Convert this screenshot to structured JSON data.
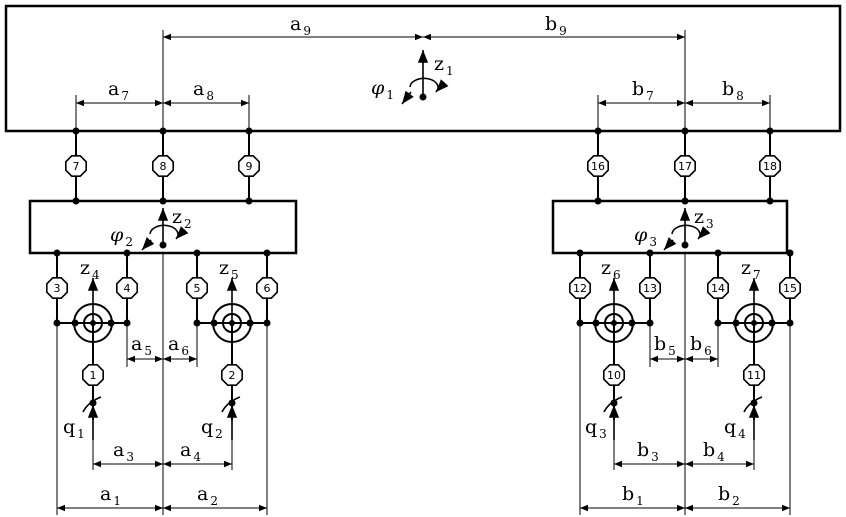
{
  "springs": [
    "1",
    "2",
    "3",
    "4",
    "5",
    "6",
    "7",
    "8",
    "9",
    "10",
    "11",
    "12",
    "13",
    "14",
    "15",
    "16",
    "17",
    "18"
  ],
  "dims": {
    "a1": [
      "a",
      "1"
    ],
    "a2": [
      "a",
      "2"
    ],
    "a3": [
      "a",
      "3"
    ],
    "a4": [
      "a",
      "4"
    ],
    "a5": [
      "a",
      "5"
    ],
    "a6": [
      "a",
      "6"
    ],
    "a7": [
      "a",
      "7"
    ],
    "a8": [
      "a",
      "8"
    ],
    "a9": [
      "a",
      "9"
    ],
    "b1": [
      "b",
      "1"
    ],
    "b2": [
      "b",
      "2"
    ],
    "b3": [
      "b",
      "3"
    ],
    "b4": [
      "b",
      "4"
    ],
    "b5": [
      "b",
      "5"
    ],
    "b6": [
      "b",
      "6"
    ],
    "b7": [
      "b",
      "7"
    ],
    "b8": [
      "b",
      "8"
    ],
    "b9": [
      "b",
      "9"
    ]
  },
  "coords": {
    "z1": [
      "z",
      "1"
    ],
    "z2": [
      "z",
      "2"
    ],
    "z3": [
      "z",
      "3"
    ],
    "z4": [
      "z",
      "4"
    ],
    "z5": [
      "z",
      "5"
    ],
    "z6": [
      "z",
      "6"
    ],
    "z7": [
      "z",
      "7"
    ],
    "phi1": [
      "φ",
      "1"
    ],
    "phi2": [
      "φ",
      "2"
    ],
    "phi3": [
      "φ",
      "3"
    ]
  },
  "inputs": {
    "q1": [
      "q",
      "1"
    ],
    "q2": [
      "q",
      "2"
    ],
    "q3": [
      "q",
      "3"
    ],
    "q4": [
      "q",
      "4"
    ]
  }
}
